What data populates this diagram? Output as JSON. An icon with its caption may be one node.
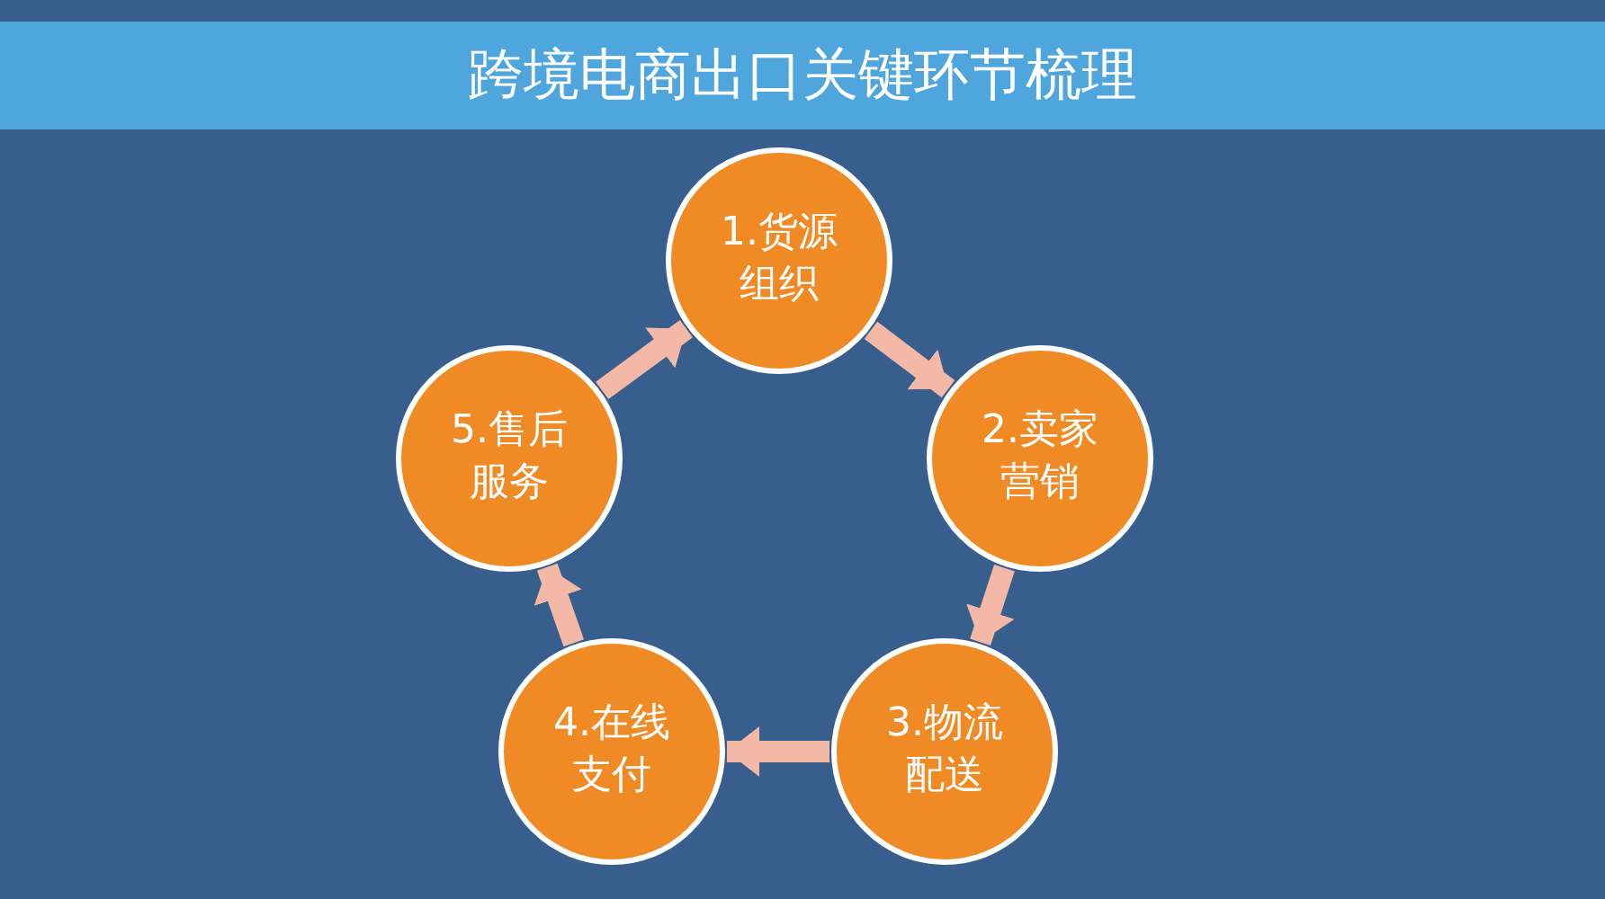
{
  "diagram": {
    "title": "跨境电商出口关键环节梳理",
    "nodes": [
      {
        "text": [
          "1.货源组织"
        ]
      },
      {
        "text": [
          "2.卖家营销"
        ]
      },
      {
        "text": [
          "3.物流配送"
        ]
      },
      {
        "text": [
          "4.在线支付"
        ]
      },
      {
        "text": [
          "5.售后服务"
        ]
      }
    ],
    "edges": [
      {
        "from": 0,
        "to": 1,
        "arrow": "to"
      },
      {
        "from": 1,
        "to": 2,
        "arrow": "to"
      },
      {
        "from": 2,
        "to": 3,
        "arrow": "to"
      },
      {
        "from": 3,
        "to": 4,
        "arrow": "to"
      },
      {
        "from": 4,
        "to": 0,
        "arrow": "to"
      }
    ]
  }
}
